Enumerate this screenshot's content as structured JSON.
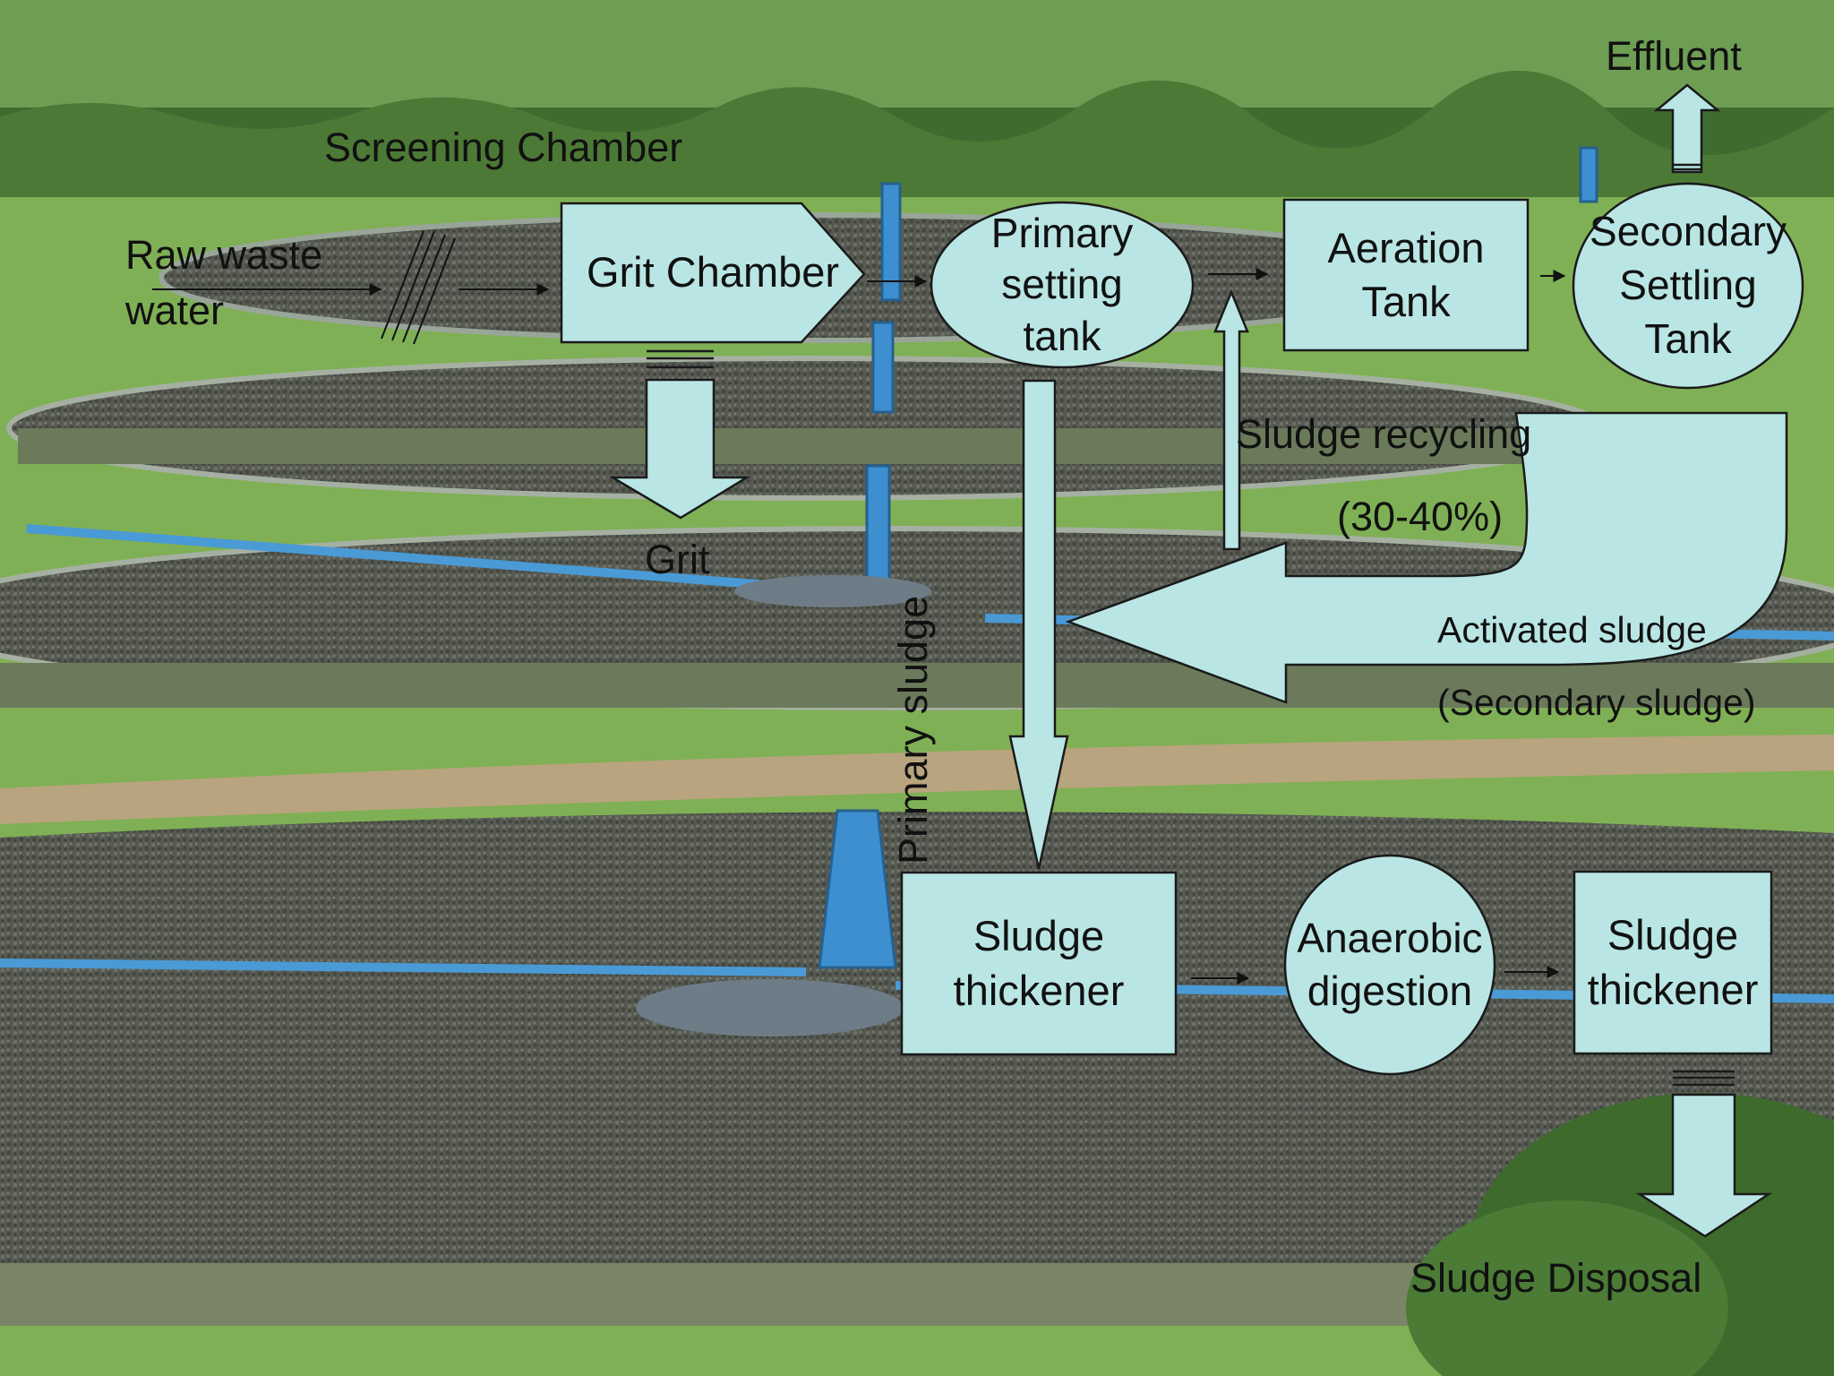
{
  "diagram": {
    "colors": {
      "node_fill": "#b9e6e4",
      "node_stroke": "#1a1a1a",
      "text": "#111111"
    },
    "labels": {
      "screening_chamber": "Screening Chamber",
      "raw_waste_water_line1": "Raw waste",
      "raw_waste_water_line2": "water",
      "grit": "Grit",
      "primary_sludge": "Primary sludge",
      "sludge_recycling": "Sludge recycling",
      "recycling_percent": "(30-40%)",
      "activated_sludge": "Activated sludge",
      "secondary_sludge": "(Secondary sludge)",
      "effluent": "Effluent",
      "sludge_disposal": "Sludge Disposal"
    },
    "nodes": {
      "grit_chamber": "Grit Chamber",
      "primary_tank": [
        "Primary",
        "setting",
        "tank"
      ],
      "aeration_tank": [
        "Aeration",
        "Tank"
      ],
      "secondary_tank": [
        "Secondary",
        "Settling",
        "Tank"
      ],
      "sludge_thickener_1": [
        "Sludge",
        "thickener"
      ],
      "anaerobic_digestion": [
        "Anaerobic",
        "digestion"
      ],
      "sludge_thickener_2": [
        "Sludge",
        "thickener"
      ]
    }
  }
}
